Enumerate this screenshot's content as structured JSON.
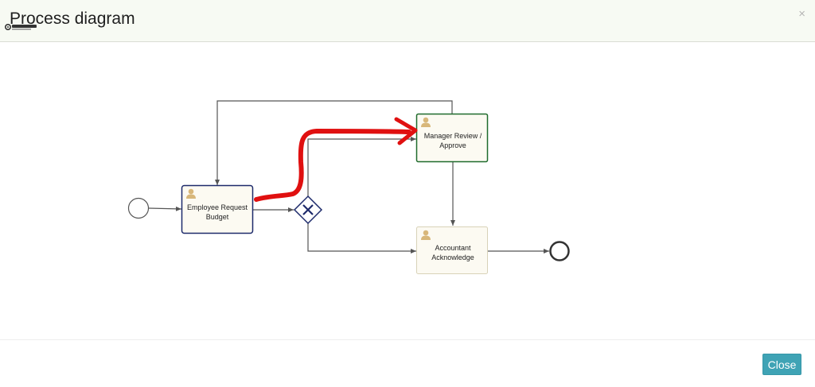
{
  "modal": {
    "title": "Process diagram",
    "close_label": "Close",
    "close_icon": "×"
  },
  "diagram": {
    "tasks": [
      {
        "id": "employee",
        "line1": "Employee Request",
        "line2": "Budget",
        "border_color": "#1d2a6b",
        "fill": "#fcfaf2"
      },
      {
        "id": "manager",
        "line1": "Manager Review /",
        "line2": "Approve",
        "border_color": "#1f6b2c",
        "fill": "#fcfaf2"
      },
      {
        "id": "accountant",
        "line1": "Accountant",
        "line2": "Acknowledge",
        "border_color": "#d8d2b8",
        "fill": "#fcfaf2"
      }
    ],
    "gateway": {
      "type": "exclusive",
      "color": "#1d2a6b"
    },
    "annotation_color": "#e01010",
    "flow_color": "#555555"
  }
}
